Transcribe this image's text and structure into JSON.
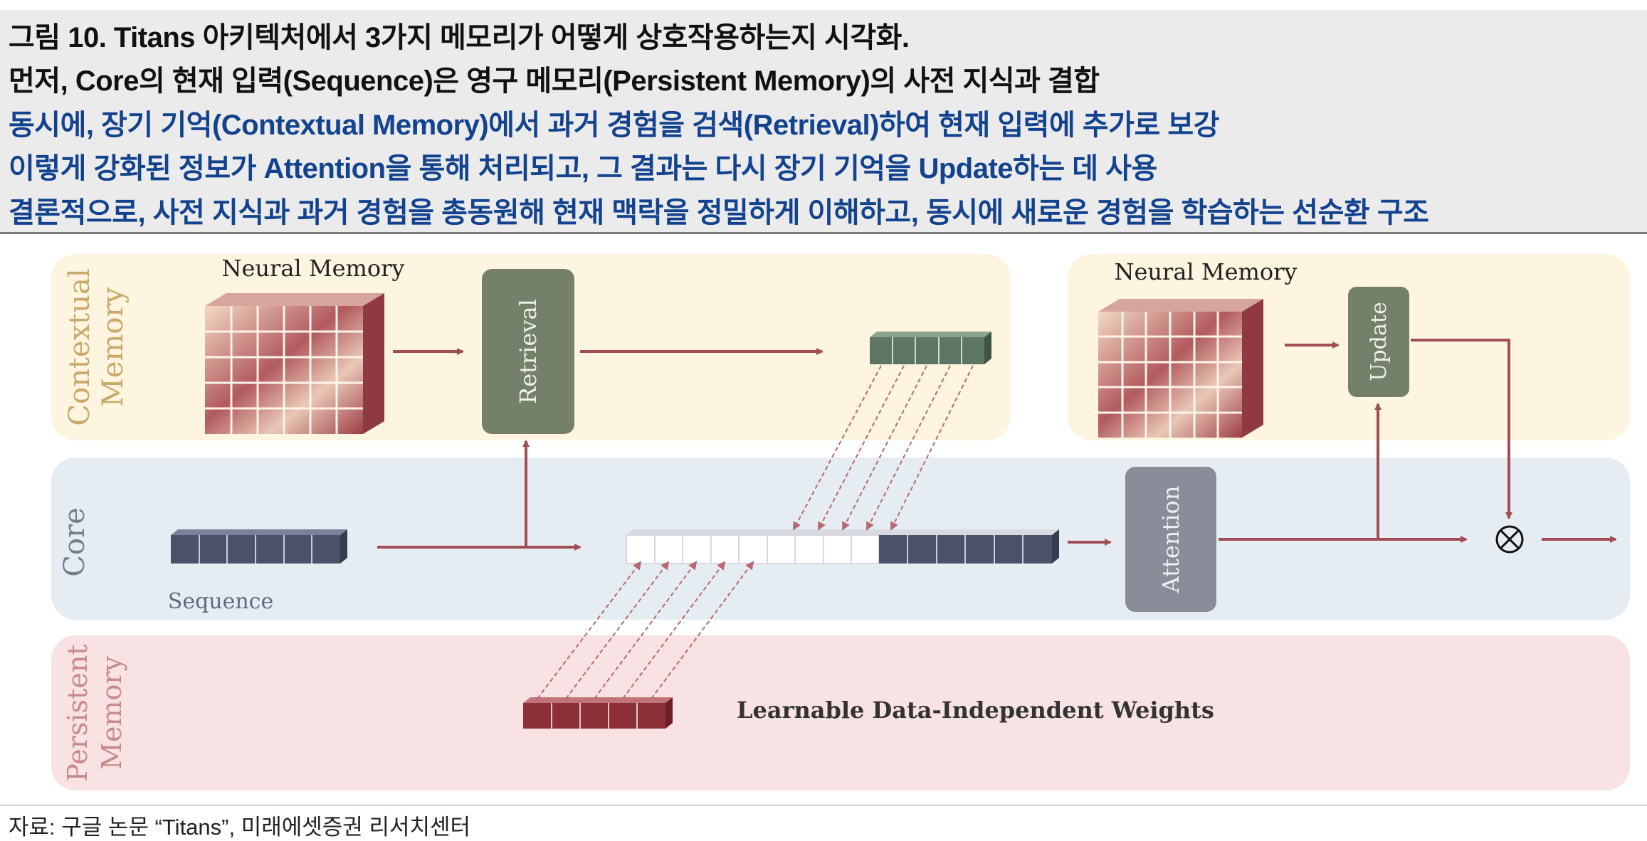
{
  "caption": {
    "line1": "그림 10. Titans 아키텍처에서 3가지 메모리가 어떻게 상호작용하는지 시각화.",
    "line2": "먼저, Core의 현재 입력(Sequence)은 영구 메모리(Persistent Memory)의 사전 지식과 결합",
    "line3": "동시에, 장기 기억(Contextual Memory)에서 과거 경험을 검색(Retrieval)하여 현재 입력에 추가로 보강",
    "line4": "이렇게 강화된 정보가 Attention을 통해 처리되고, 그 결과는 다시 장기 기억을 Update하는 데 사용",
    "line5": "결론적으로, 사전 지식과 과거 경험을 총동원해 현재 맥락을 정밀하게 이해하고, 동시에 새로운 경험을 학습하는 선순환 구조"
  },
  "diagram": {
    "bands": {
      "contextual_line1": "Contextual",
      "contextual_line2": "Memory",
      "core": "Core",
      "persistent_line1": "Persistent",
      "persistent_line2": "Memory"
    },
    "labels": {
      "neural_memory_left": "Neural Memory",
      "neural_memory_right": "Neural Memory",
      "sequence": "Sequence",
      "weights": "Learnable Data-Independent Weights"
    },
    "blocks": {
      "retrieval": "Retrieval",
      "attention": "Attention",
      "update": "Update"
    },
    "operator": "⊗"
  },
  "colors": {
    "contextual_band": "#fdf5df",
    "core_band": "#e6edf2",
    "persistent_band": "#f8e2e3",
    "arrow": "#a14d55",
    "retrieval_block": "#75806b",
    "attention_block": "#8b8c9a",
    "retrieved_tokens": "#5e7563",
    "sequence_tokens": "#4c5069",
    "persistent_tokens": "#8c2f36",
    "band_label": "#c9a96a"
  },
  "source": "자료: 구글 논문 “Titans”, 미래에셋증권 리서치센터"
}
